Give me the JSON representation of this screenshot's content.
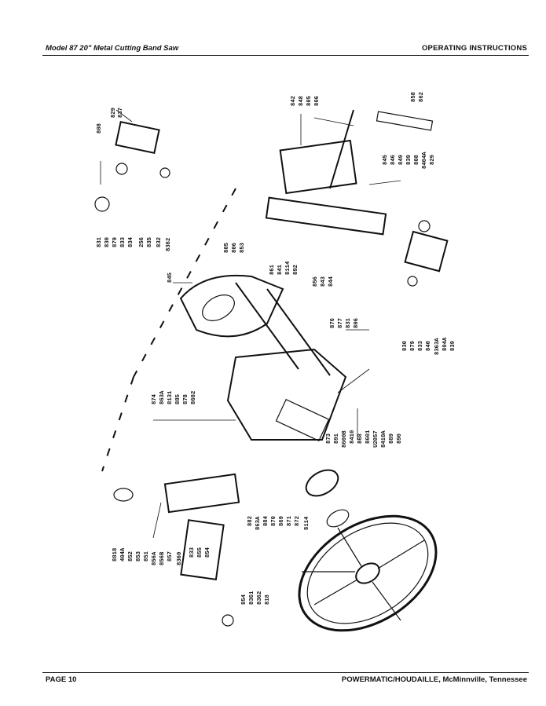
{
  "header": {
    "left": "Model 87 20\" Metal Cutting Band Saw",
    "right": "OPERATING INSTRUCTIONS"
  },
  "footer": {
    "left": "PAGE 10",
    "right": "POWERMATIC/HOUDAILLE, McMinnville, Tennessee"
  },
  "callouts": {
    "top_left": [
      "808",
      "829",
      "837",
      "831",
      "830",
      "879",
      "833",
      "834",
      "256",
      "835",
      "832",
      "8362"
    ],
    "top_middle": [
      "842",
      "848",
      "805",
      "806",
      "858",
      "862"
    ],
    "right_upper": [
      "845",
      "846",
      "849",
      "839",
      "808",
      "8404A",
      "829"
    ],
    "mid_labels": [
      "805",
      "806",
      "853",
      "861",
      "841",
      "8114",
      "892",
      "856",
      "843",
      "844",
      "845"
    ],
    "mid_lower": [
      "876",
      "877",
      "831",
      "806"
    ],
    "right_lower": [
      "830",
      "879",
      "833",
      "840",
      "8363A",
      "804A",
      "839"
    ],
    "left_middle": [
      "874",
      "863A",
      "8131",
      "885",
      "878",
      "8602"
    ],
    "center_bottom": [
      "873",
      "891",
      "8600B",
      "8410",
      "868",
      "8601",
      "U2057",
      "8410A",
      "889",
      "890"
    ],
    "lower_middle": [
      "882",
      "863A",
      "884",
      "870",
      "869",
      "871",
      "872",
      "8114"
    ],
    "lower_left": [
      "8818",
      "404A",
      "852",
      "853",
      "851",
      "856A",
      "856B",
      "857",
      "8360",
      "833",
      "855",
      "854",
      "854",
      "8361",
      "8362",
      "818"
    ]
  }
}
